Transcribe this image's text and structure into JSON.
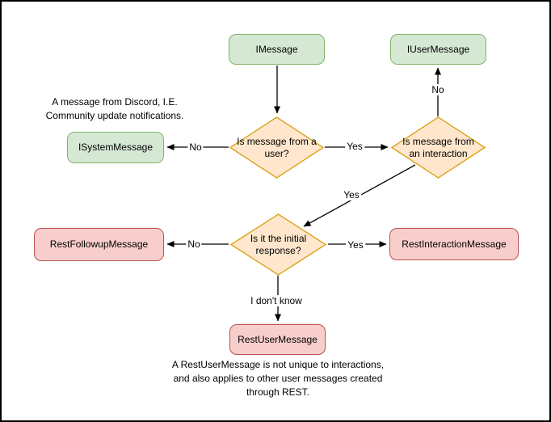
{
  "colors": {
    "green-fill": "#d5e8d4",
    "green-stroke": "#82b366",
    "orange-fill": "#ffe6cc",
    "orange-stroke": "#d79b00",
    "red-fill": "#f8cecc",
    "red-stroke": "#b85450",
    "edge-color": "#000000",
    "text-color": "#000000",
    "canvas-bg": "#ffffff",
    "canvas-border": "#000000"
  },
  "nodes": {
    "imessage": {
      "label": "IMessage",
      "type": "class",
      "color": "green"
    },
    "iusermessage": {
      "label": "IUserMessage",
      "type": "class",
      "color": "green"
    },
    "isystemmessage": {
      "label": "ISystemMessage",
      "type": "class",
      "color": "green"
    },
    "is_from_user": {
      "label": "Is message from a user?",
      "type": "decision",
      "color": "orange"
    },
    "is_from_interaction": {
      "label": "Is message from an interaction",
      "type": "decision",
      "color": "orange"
    },
    "is_initial_response": {
      "label": "Is it the initial response?",
      "type": "decision",
      "color": "orange"
    },
    "restfollowupmessage": {
      "label": "RestFollowupMessage",
      "type": "class",
      "color": "red"
    },
    "restinteractionmessage": {
      "label": "RestInteractionMessage",
      "type": "class",
      "color": "red"
    },
    "restusermessage": {
      "label": "RestUserMessage",
      "type": "class",
      "color": "red"
    }
  },
  "edge_labels": {
    "user_no": "No",
    "user_yes": "Yes",
    "interaction_no": "No",
    "interaction_yes": "Yes",
    "initial_no": "No",
    "initial_yes": "Yes",
    "initial_unknown": "I don't know"
  },
  "annotations": {
    "system_note": "A message from Discord, I.E.\nCommunity update notifications.",
    "rest_note": "A RestUserMessage is not unique to interactions,\nand also applies to other user messages created\nthrough REST."
  }
}
